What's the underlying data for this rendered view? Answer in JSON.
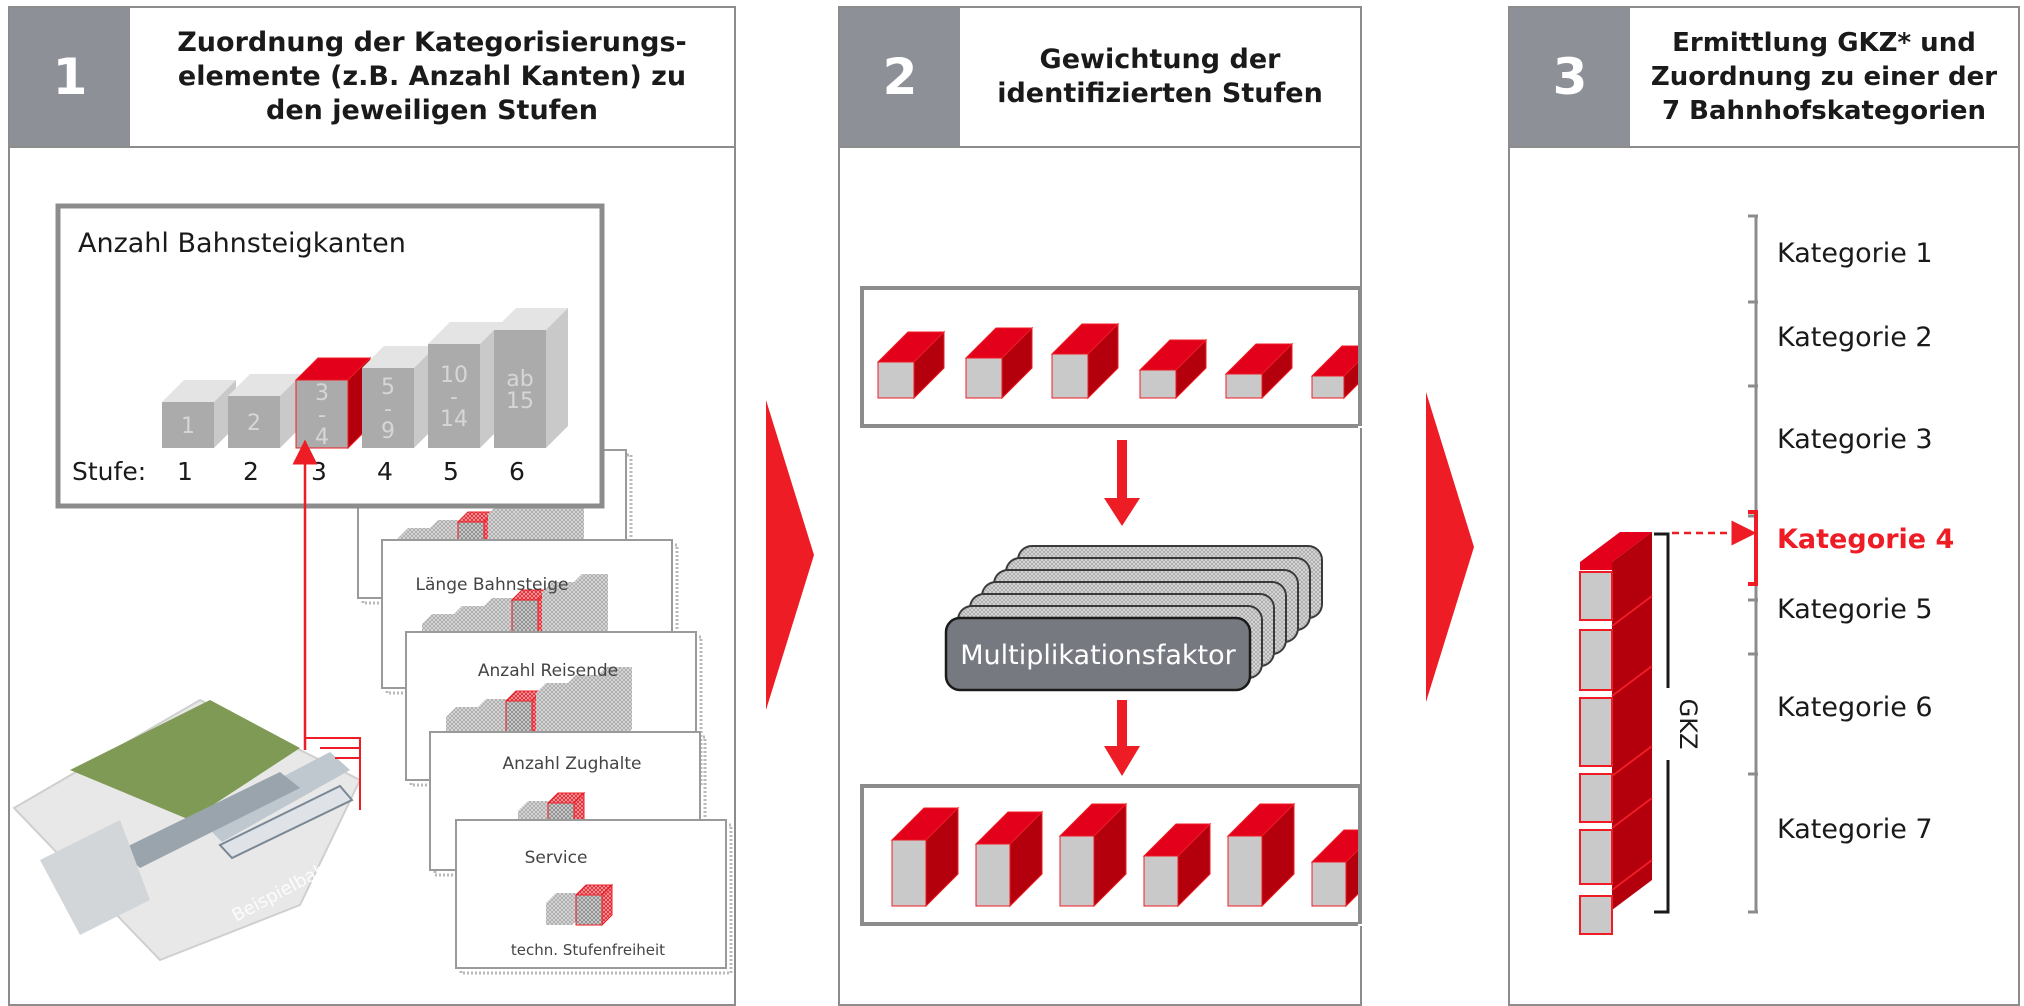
{
  "colors": {
    "accent": "#ee1c25",
    "accent_dark": "#b3000c",
    "gray_step": "#a9a9a9",
    "gray_light": "#dcdcdc",
    "frame": "#8c8c8c",
    "number_bg": "#8e9097"
  },
  "panels": [
    {
      "number": "1",
      "title": "Zuordnung der Kategorisierungs-\nelemente (z.B. Anzahl Kanten) zu\nden jeweiligen Stufen"
    },
    {
      "number": "2",
      "title": "Gewichtung der\nidentifizierten Stufen"
    },
    {
      "number": "3",
      "title": "Ermittlung GKZ* und\nZuordnung zu einer der\n7 Bahnhofskategorien"
    }
  ],
  "panel1": {
    "card_title": "Anzahl Bahnsteigkanten",
    "step_row_label": "Stufe:",
    "steps": [
      {
        "stufe": "1",
        "range": [
          "1"
        ],
        "selected": false
      },
      {
        "stufe": "2",
        "range": [
          "2"
        ],
        "selected": false
      },
      {
        "stufe": "3",
        "range": [
          "3",
          "-",
          "4"
        ],
        "selected": true
      },
      {
        "stufe": "4",
        "range": [
          "5",
          "-",
          "9"
        ],
        "selected": false
      },
      {
        "stufe": "5",
        "range": [
          "10",
          "-",
          "14"
        ],
        "selected": false
      },
      {
        "stufe": "6",
        "range": [
          "ab",
          "15"
        ],
        "selected": false
      }
    ],
    "stacked_cards": [
      "Länge Bahnsteige",
      "Anzahl Reisende",
      "Anzahl Zughalte",
      "Service",
      "techn. Stufenfreiheit"
    ],
    "station_label": "Beispielbahnhof"
  },
  "panel2": {
    "factor_label": "Multiplikationsfaktor"
  },
  "panel3": {
    "categories": [
      {
        "label": "Kategorie 1",
        "highlighted": false
      },
      {
        "label": "Kategorie 2",
        "highlighted": false
      },
      {
        "label": "Kategorie 3",
        "highlighted": false
      },
      {
        "label": "Kategorie 4",
        "highlighted": true
      },
      {
        "label": "Kategorie 5",
        "highlighted": false
      },
      {
        "label": "Kategorie 6",
        "highlighted": false
      },
      {
        "label": "Kategorie 7",
        "highlighted": false
      }
    ],
    "gkz_label": "GKZ"
  }
}
